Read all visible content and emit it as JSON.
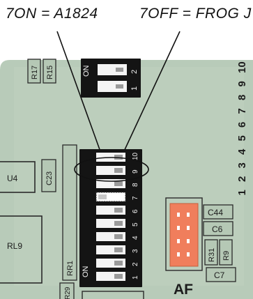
{
  "captions": {
    "on_setting": "7ON = A1824",
    "off_setting": "7OFF = FROG J"
  },
  "colors": {
    "pcb": "#b8cbb9",
    "pcb_border": "#7f9684",
    "switch_body": "#141414",
    "switch_slot": "#f4f4f4",
    "connector": "#f07e5c"
  },
  "switch_small": {
    "on_label": "ON",
    "numbers": [
      "2",
      "1"
    ]
  },
  "switch_main": {
    "on_label": "ON",
    "numbers": [
      "10",
      "9",
      "8",
      "7",
      "6",
      "5",
      "4",
      "3",
      "2",
      "1"
    ],
    "highlighted": "7"
  },
  "edge_numbers": [
    "10",
    "9",
    "8",
    "7",
    "6",
    "5",
    "4",
    "3",
    "2",
    "1"
  ],
  "components": {
    "r17": "R17",
    "r15": "R15",
    "u4": "U4",
    "c23": "C23",
    "rl9": "RL9",
    "rr1": "RR1",
    "r29": "R29",
    "c44": "C44",
    "c6": "C6",
    "r31": "R31",
    "r9": "R9",
    "c7": "C7",
    "af": "AF"
  }
}
